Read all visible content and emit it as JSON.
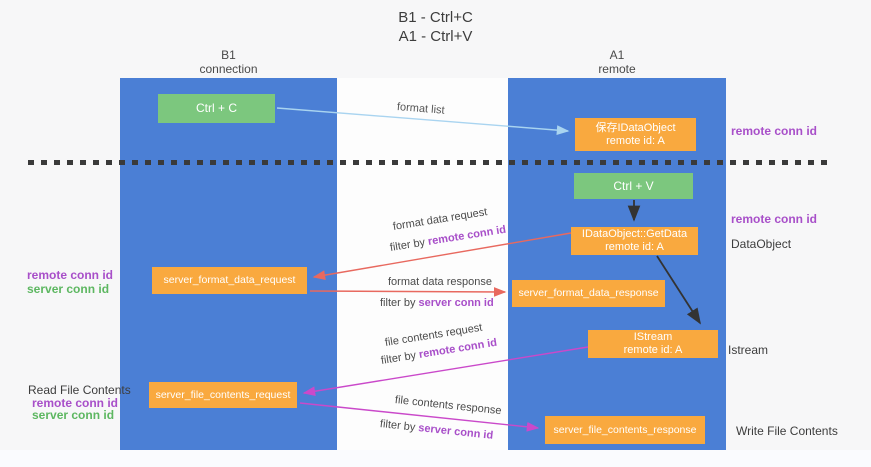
{
  "colors": {
    "bg": "#f7f7f8",
    "gap-bg": "#fdfdfd",
    "bottom-bg": "#fafbfe",
    "column-blue": "#4b7fd5",
    "box-green": "#7cc77e",
    "box-orange": "#f9a93f",
    "box-text": "#ffffff",
    "dark-text": "#3d3d3d",
    "purple": "#a84fc9",
    "green-text": "#5db761",
    "arrow-blue": "#a9d4f0",
    "arrow-salmon": "#e8695f",
    "arrow-magenta": "#ca49ca",
    "arrow-black": "#333333",
    "dash": "#3a3a3a"
  },
  "title": {
    "line1": "B1 - Ctrl+C",
    "line2": "A1 - Ctrl+V"
  },
  "columns": {
    "left": {
      "name": "B1",
      "role": "connection"
    },
    "right": {
      "name": "A1",
      "role": "remote"
    }
  },
  "boxes": {
    "ctrl_c": {
      "label": "Ctrl + C"
    },
    "save_idataobject": {
      "line1": "保存IDataObject",
      "line2": "remote id: A"
    },
    "ctrl_v": {
      "label": "Ctrl + V"
    },
    "getdata": {
      "line1": "IDataObject::GetData",
      "line2": "remote id: A"
    },
    "istream": {
      "line1": "IStream",
      "line2": "remote id: A"
    },
    "server_format_data_request": {
      "label": "server_format_data_request"
    },
    "server_format_data_response": {
      "label": "server_format_data_response"
    },
    "server_file_contents_request": {
      "label": "server_file_contents_request"
    },
    "server_file_contents_response": {
      "label": "server_file_contents_response"
    }
  },
  "right_labels": {
    "remote_conn_id_top": "remote conn id",
    "remote_conn_id_mid": "remote conn id",
    "dataobject": "DataObject",
    "istream": "Istream",
    "write_file_contents": "Write File Contents"
  },
  "left_labels": {
    "remote_conn_id_mid": "remote conn id",
    "server_conn_id_mid": "server conn id",
    "read_file_contents": "Read File Contents",
    "remote_conn_id_bottom": "remote conn id",
    "server_conn_id_bottom": "server conn id"
  },
  "flow_labels": {
    "format_list": "format list",
    "format_data_request": "format data request",
    "format_data_response": "format data response",
    "file_contents_request": "file contents request",
    "file_contents_response": "file contents response",
    "filter_by": "filter by ",
    "remote_conn_id": "remote conn id",
    "server_conn_id": "server conn id"
  }
}
